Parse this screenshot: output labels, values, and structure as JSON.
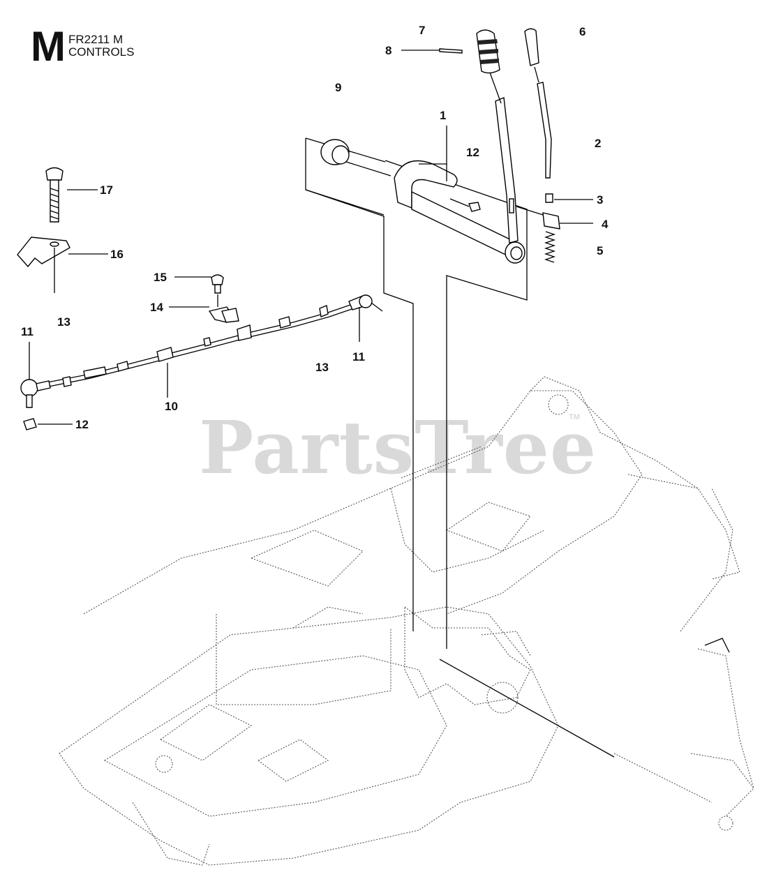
{
  "header": {
    "section_letter": "M",
    "model": "FR2211 M",
    "subtitle": "CONTROLS"
  },
  "watermark": {
    "text": "PartsTree",
    "trademark": "TM"
  },
  "callouts": {
    "c1": "1",
    "c2": "2",
    "c3": "3",
    "c4": "4",
    "c5": "5",
    "c6": "6",
    "c7": "7",
    "c8": "8",
    "c9": "9",
    "c10": "10",
    "c11a": "11",
    "c11b": "11",
    "c12a": "12",
    "c12b": "12",
    "c13a": "13",
    "c13b": "13",
    "c14": "14",
    "c15": "15",
    "c16": "16",
    "c17": "17"
  }
}
